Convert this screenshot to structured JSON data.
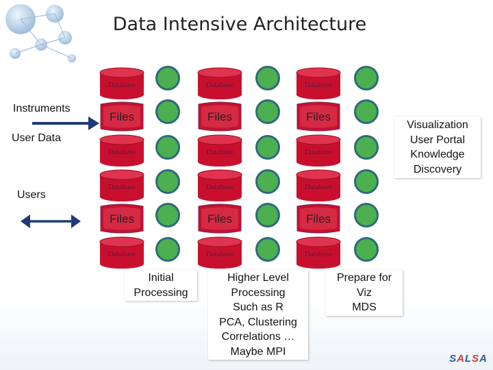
{
  "title": "Data Intensive Architecture",
  "labels": {
    "database": "Database",
    "files": "Files"
  },
  "inputs": {
    "instruments": "Instruments",
    "user_data": "User Data",
    "users": "Users"
  },
  "outputs": {
    "lines": [
      "Visualization",
      "User Portal",
      "Knowledge",
      "Discovery"
    ]
  },
  "stages": {
    "initial": [
      "Initial",
      "Processing"
    ],
    "higher": [
      "Higher Level",
      "Processing",
      "Such as R",
      "PCA, Clustering",
      "Correlations …",
      "Maybe MPI"
    ],
    "prepare": [
      "Prepare for",
      "Viz",
      "MDS"
    ]
  },
  "brand": {
    "letters": [
      "S",
      "A",
      "L",
      "S",
      "A"
    ],
    "colors": [
      "#1f5fa8",
      "#d23a2a",
      "#1f5fa8",
      "#d23a2a",
      "#1f5fa8"
    ]
  },
  "colors": {
    "database_fill": "#c8102e",
    "node_fill": "#4caf50",
    "node_border": "#2e6a7a",
    "arrow": "#1f3a78"
  }
}
